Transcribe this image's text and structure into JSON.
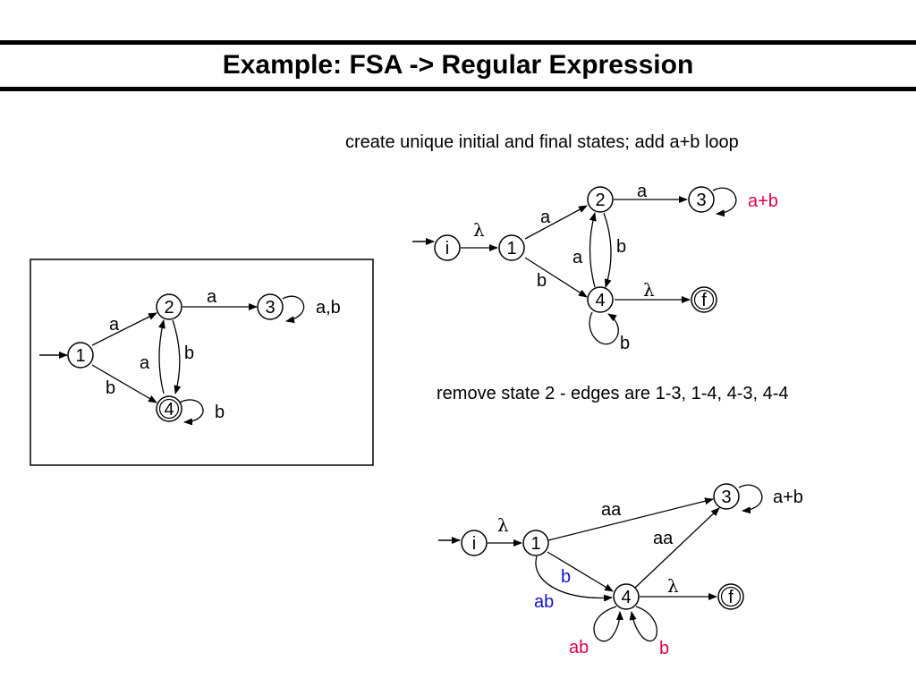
{
  "title": "Example: FSA -> Regular Expression",
  "step1_caption": "create unique initial and final states; add a+b loop",
  "step2_caption": "remove state 2 - edges are 1-3, 1-4, 4-3, 4-4",
  "colors": {
    "red": "#e0004a",
    "blue": "#1414c8",
    "black": "#000000"
  },
  "original": {
    "states": {
      "s1": "1",
      "s2": "2",
      "s3": "3",
      "s4": "4"
    },
    "labels": {
      "e12": "a",
      "e14": "b",
      "e23": "a",
      "e24": "b",
      "e42": "a",
      "loop3": "a,b",
      "loop4": "b"
    }
  },
  "step1": {
    "states": {
      "i": "i",
      "s1": "1",
      "s2": "2",
      "s3": "3",
      "s4": "4",
      "f": "f"
    },
    "labels": {
      "ei1": "λ",
      "e12": "a",
      "e14": "b",
      "e23": "a",
      "e24": "b",
      "e42": "a",
      "loop3": "a+b",
      "loop4": "b",
      "e4f": "λ"
    }
  },
  "step2": {
    "states": {
      "i": "i",
      "s1": "1",
      "s3": "3",
      "s4": "4",
      "f": "f"
    },
    "labels": {
      "ei1": "λ",
      "e13": "aa",
      "e14_b": "b",
      "e14_ab": "ab",
      "e43": "aa",
      "e4f": "λ",
      "loop3": "a+b",
      "loop4_ab": "ab",
      "loop4_b": "b"
    }
  }
}
